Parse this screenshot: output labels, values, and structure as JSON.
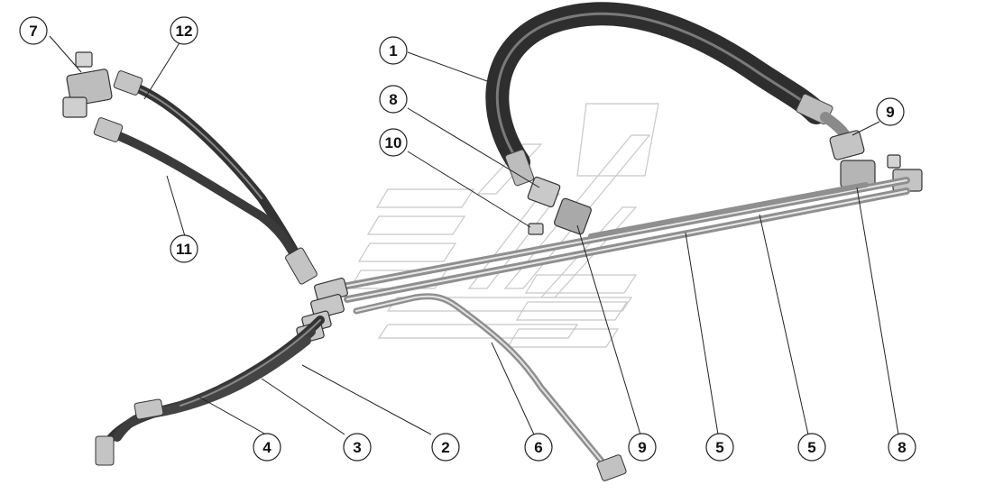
{
  "callouts": [
    {
      "id": "c1",
      "label": "1"
    },
    {
      "id": "c2",
      "label": "2"
    },
    {
      "id": "c3",
      "label": "3"
    },
    {
      "id": "c4",
      "label": "4"
    },
    {
      "id": "c5a",
      "label": "5"
    },
    {
      "id": "c5b",
      "label": "5"
    },
    {
      "id": "c6",
      "label": "6"
    },
    {
      "id": "c7",
      "label": "7"
    },
    {
      "id": "c8a",
      "label": "8"
    },
    {
      "id": "c8b",
      "label": "8"
    },
    {
      "id": "c9a",
      "label": "9"
    },
    {
      "id": "c9b",
      "label": "9"
    },
    {
      "id": "c10",
      "label": "10"
    },
    {
      "id": "c11",
      "label": "11"
    },
    {
      "id": "c12",
      "label": "12"
    }
  ],
  "colors": {
    "hose": "#3a3a3a",
    "hose_highlight": "#8a8a8a",
    "tube": "#9a9a9a",
    "tube_highlight": "#e6e6e6",
    "fitting": "#c8c8c8",
    "leader": "#222222",
    "watermark": "#c8c8c8"
  }
}
